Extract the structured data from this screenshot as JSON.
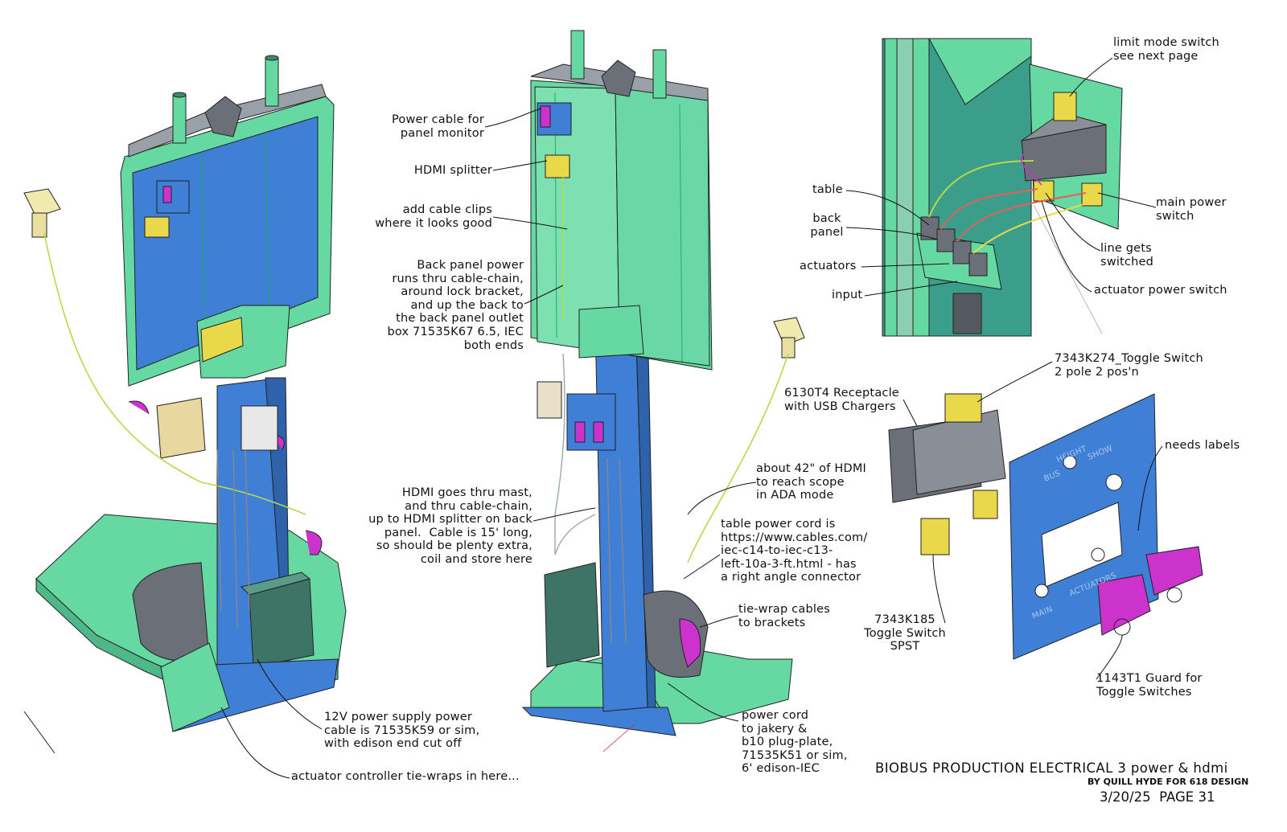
{
  "labels": {
    "power_cable_monitor": "Power cable for\npanel monitor",
    "hdmi_splitter": "HDMI splitter",
    "cable_clips": "add cable clips\nwhere it looks good",
    "back_panel_power": "Back panel power\nruns thru cable-chain,\naround lock bracket,\nand up the back to\nthe back panel outlet\nbox 71535K67 6.5, IEC\nboth ends",
    "hdmi_mast": "HDMI goes thru mast,\nand thru cable-chain,\nup to HDMI splitter on back\npanel.  Cable is 15' long,\nso should be plenty extra,\ncoil and store here",
    "hdmi_42": "about 42\" of HDMI\nto reach scope\nin ADA mode",
    "table_power_cord": "table power cord is\nhttps://www.cables.com/\niec-c14-to-iec-c13-\nleft-10a-3-ft.html - has\na right angle connector",
    "tie_wrap": "tie-wrap cables\nto brackets",
    "power_supply_12v": "12V power supply power\ncable is 71535K59 or sim,\nwith edison end cut off",
    "actuator_controller": "actuator controller tie-wraps in here...",
    "power_cord_jakery": "power cord\nto jakery &\nb10 plug-plate,\n71535K51 or sim,\n6' edison-IEC",
    "limit_mode_switch": "limit mode switch\nsee next page",
    "table": "table",
    "back_panel": "back\npanel",
    "actuators": "actuators",
    "input": "input",
    "main_power_switch": "main power\nswitch",
    "line_gets_switched": "line gets\nswitched",
    "actuator_power_switch": "actuator power switch",
    "toggle_7343k274": "7343K274_Toggle Switch\n2 pole 2 pos'n",
    "receptacle_6130t4": "6130T4 Receptacle\nwith USB Chargers",
    "needs_labels": "needs labels",
    "toggle_7343k185": "7343K185\nToggle Switch\nSPST",
    "guard_1143t1": "1143T1 Guard for\nToggle Switches"
  },
  "panel_engraving": {
    "height": "HEIGHT",
    "bus": "BUS",
    "show": "SHOW",
    "main": "MAIN",
    "actuators": "ACTUATORS"
  },
  "title_block": {
    "title": "BIOBUS PRODUCTION ELECTRICAL 3 power & hdmi",
    "author": "BY QUILL HYDE FOR 618 DESIGN",
    "date_page": "3/20/25  PAGE 31"
  },
  "colors": {
    "mint": "#66d9a3",
    "panel_blue": "#3f7fd6",
    "steel_gray": "#6b6f78",
    "magenta": "#cc33cc",
    "yellow": "#e8d84a",
    "wire_yellow_green": "#b7d94a",
    "dark_box": "#3e7466",
    "leader": "#111111"
  }
}
